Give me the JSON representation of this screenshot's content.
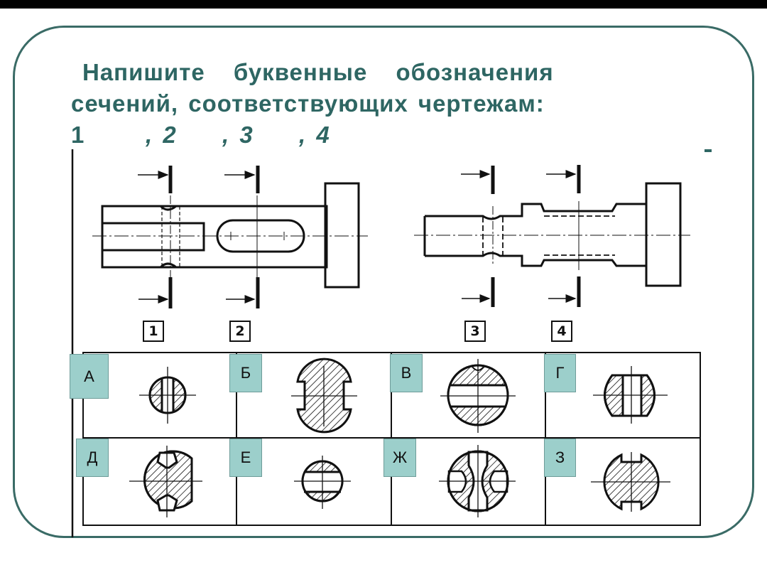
{
  "slide": {
    "title_line1": "Напишите буквенные обозначения",
    "title_line2": "сечений, соответствующих чертежам:",
    "answers": [
      "1",
      ", 2",
      ", 3",
      ", 4"
    ],
    "accent_color": "#2e6663",
    "label_box_color": "#9ccfcb"
  },
  "drawings": {
    "cut_numbers": [
      "1",
      "2",
      "3",
      "4"
    ]
  },
  "sections": [
    {
      "letter": "А"
    },
    {
      "letter": "Б"
    },
    {
      "letter": "В"
    },
    {
      "letter": "Г"
    },
    {
      "letter": "Д"
    },
    {
      "letter": "Е"
    },
    {
      "letter": "Ж"
    },
    {
      "letter": "З"
    }
  ]
}
